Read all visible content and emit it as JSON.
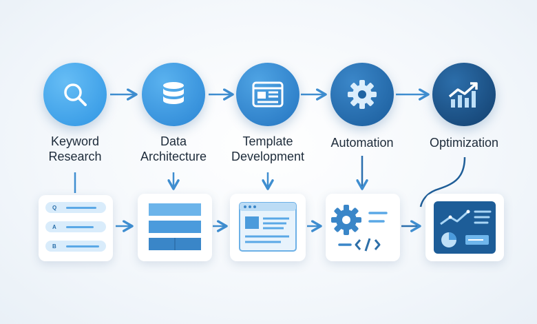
{
  "steps": [
    {
      "label": "Keyword\nResearch",
      "icon": "search-icon",
      "color": "#3aa2ec"
    },
    {
      "label": "Data\nArchitecture",
      "icon": "database-icon",
      "color": "#2f8fdc"
    },
    {
      "label": "Template\nDevelopment",
      "icon": "layout-icon",
      "color": "#2b7fc9"
    },
    {
      "label": "Automation",
      "icon": "gear-icon",
      "color": "#1f66a8"
    },
    {
      "label": "Optimization",
      "icon": "trend-up-chart-icon",
      "color": "#174f87"
    }
  ],
  "keyword_card": {
    "tags": [
      "Q",
      "A",
      "B"
    ]
  },
  "colors": {
    "arrow": "#3f8ed0",
    "accent_light": "#d9ecfb",
    "accent": "#4d9be0",
    "dark_card": "#1d5d98"
  }
}
